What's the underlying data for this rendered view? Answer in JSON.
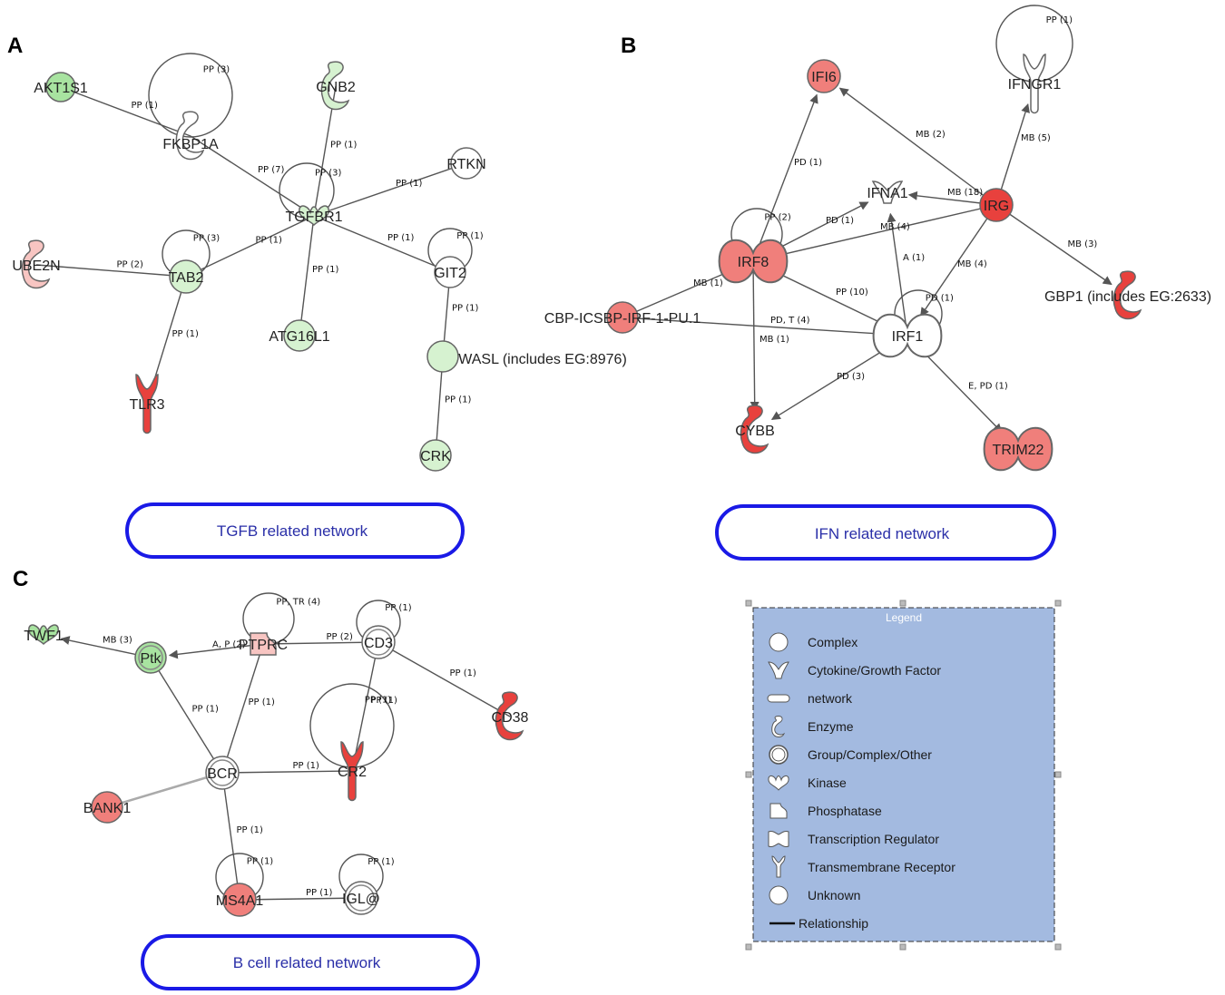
{
  "colors": {
    "up_strong": "#e8413d",
    "up_medium": "#f07f7b",
    "up_light": "#f8c5c2",
    "down_medium": "#a8e3a0",
    "down_light": "#d6f2d0",
    "neutral": "#ffffff",
    "edge": "#555555",
    "network_border": "#1a1ae6",
    "legend_bg": "#a3bae0"
  },
  "panels": [
    {
      "id": "A",
      "letter": "A",
      "network_title": "TGFB related network",
      "nodes": [
        {
          "id": "AKT1S1",
          "label": "AKT1S1",
          "shape": "circle",
          "color": "down_medium"
        },
        {
          "id": "FKBP1A",
          "label": "FKBP1A",
          "shape": "enzyme",
          "color": "neutral"
        },
        {
          "id": "GNB2",
          "label": "GNB2",
          "shape": "enzyme",
          "color": "down_light"
        },
        {
          "id": "RTKN",
          "label": "RTKN",
          "shape": "circle",
          "color": "neutral"
        },
        {
          "id": "TGFBR1",
          "label": "TGFBR1",
          "shape": "kinase",
          "color": "down_light"
        },
        {
          "id": "UBE2N",
          "label": "UBE2N",
          "shape": "enzyme",
          "color": "up_light"
        },
        {
          "id": "TAB2",
          "label": "TAB2",
          "shape": "circle",
          "color": "down_light"
        },
        {
          "id": "GIT2",
          "label": "GIT2",
          "shape": "circle",
          "color": "neutral"
        },
        {
          "id": "ATG16L1",
          "label": "ATG16L1",
          "shape": "circle",
          "color": "down_light"
        },
        {
          "id": "WASL",
          "label": "WASL (includes EG:8976)",
          "shape": "circle",
          "color": "down_light"
        },
        {
          "id": "TLR3",
          "label": "TLR3",
          "shape": "receptor",
          "color": "up_strong"
        },
        {
          "id": "CRK",
          "label": "CRK",
          "shape": "circle",
          "color": "down_light"
        }
      ],
      "edges": [
        {
          "from": "AKT1S1",
          "to": "FKBP1A",
          "label": "PP (1)",
          "arrow": false
        },
        {
          "from": "FKBP1A",
          "to": "FKBP1A",
          "label": "PP (3)",
          "self": true
        },
        {
          "from": "FKBP1A",
          "to": "TGFBR1",
          "label": "PP (7)",
          "arrow": false
        },
        {
          "from": "GNB2",
          "to": "TGFBR1",
          "label": "PP (1)",
          "arrow": false
        },
        {
          "from": "TGFBR1",
          "to": "TGFBR1",
          "label": "PP (3)",
          "self": true
        },
        {
          "from": "RTKN",
          "to": "TGFBR1",
          "label": "PP (1)",
          "arrow": false
        },
        {
          "from": "TAB2",
          "to": "TGFBR1",
          "label": "PP (1)",
          "arrow": false
        },
        {
          "from": "ATG16L1",
          "to": "TGFBR1",
          "label": "PP (1)",
          "arrow": false
        },
        {
          "from": "GIT2",
          "to": "TGFBR1",
          "label": "PP (1)",
          "arrow": false
        },
        {
          "from": "TAB2",
          "to": "TAB2",
          "label": "PP (3)",
          "self": true
        },
        {
          "from": "UBE2N",
          "to": "TAB2",
          "label": "PP (2)",
          "arrow": false
        },
        {
          "from": "TAB2",
          "to": "TLR3",
          "label": "PP (1)",
          "arrow": false
        },
        {
          "from": "GIT2",
          "to": "GIT2",
          "label": "PP (1)",
          "self": true
        },
        {
          "from": "GIT2",
          "to": "WASL",
          "label": "PP (1)",
          "arrow": false
        },
        {
          "from": "WASL",
          "to": "CRK",
          "label": "PP (1)",
          "arrow": false
        }
      ]
    },
    {
      "id": "B",
      "letter": "B",
      "network_title": "IFN related network",
      "nodes": [
        {
          "id": "IFI6",
          "label": "IFI6",
          "shape": "circle",
          "color": "up_medium"
        },
        {
          "id": "IFNGR1",
          "label": "IFNGR1",
          "shape": "receptor",
          "color": "neutral"
        },
        {
          "id": "IFNA1",
          "label": "IFNA1",
          "shape": "cytokine",
          "color": "neutral"
        },
        {
          "id": "IRG",
          "label": "IRG",
          "shape": "circle",
          "color": "up_strong"
        },
        {
          "id": "IRF8",
          "label": "IRF8",
          "shape": "transcription",
          "color": "up_medium"
        },
        {
          "id": "GBP1",
          "label": "GBP1 (includes EG:2633)",
          "shape": "enzyme",
          "color": "up_strong"
        },
        {
          "id": "CBP",
          "label": "CBP-ICSBP-IRF-1-PU.1",
          "shape": "circle",
          "color": "up_medium"
        },
        {
          "id": "IRF1",
          "label": "IRF1",
          "shape": "transcription",
          "color": "neutral"
        },
        {
          "id": "CYBB",
          "label": "CYBB",
          "shape": "enzyme",
          "color": "up_strong"
        },
        {
          "id": "TRIM22",
          "label": "TRIM22",
          "shape": "transcription",
          "color": "up_medium"
        }
      ],
      "edges": [
        {
          "from": "IRF8",
          "to": "IFI6",
          "label": "PD (1)",
          "arrow": true
        },
        {
          "from": "IRG",
          "to": "IFI6",
          "label": "MB (2)",
          "arrow": true
        },
        {
          "from": "IRG",
          "to": "IFNGR1",
          "label": "MB (5)",
          "arrow": true
        },
        {
          "from": "IFNGR1",
          "to": "IFNGR1",
          "label": "PP (1)",
          "self": true
        },
        {
          "from": "IRG",
          "to": "IFNA1",
          "label": "MB (18)",
          "arrow": true
        },
        {
          "from": "IRF8",
          "to": "IFNA1",
          "label": "PD (1)",
          "arrow": true
        },
        {
          "from": "IRF8",
          "to": "IRF8",
          "label": "PP (2)",
          "self": true
        },
        {
          "from": "IRG",
          "to": "IRF8",
          "label": "MB (4)",
          "arrow": true
        },
        {
          "from": "IRF1",
          "to": "IFNA1",
          "label": "A (1)",
          "arrow": true
        },
        {
          "from": "IRG",
          "to": "IRF1",
          "label": "MB (4)",
          "arrow": true
        },
        {
          "from": "IRG",
          "to": "GBP1",
          "label": "MB (3)",
          "arrow": true
        },
        {
          "from": "IRF8",
          "to": "IRF1",
          "label": "PP (10)",
          "arrow": false
        },
        {
          "from": "IRF1",
          "to": "IRF1",
          "label": "PD (1)",
          "self": true
        },
        {
          "from": "CBP",
          "to": "IRF8",
          "label": "MB (1)",
          "arrow": true
        },
        {
          "from": "CBP",
          "to": "IRF1",
          "label": "PD, T (4)",
          "arrow": true
        },
        {
          "from": "IRF8",
          "to": "CYBB",
          "label": "MB (1)",
          "arrow": true
        },
        {
          "from": "IRF1",
          "to": "CYBB",
          "label": "PD (3)",
          "arrow": true
        },
        {
          "from": "IRF1",
          "to": "TRIM22",
          "label": "E, PD (1)",
          "arrow": true
        }
      ]
    },
    {
      "id": "C",
      "letter": "C",
      "network_title": "B cell related network",
      "nodes": [
        {
          "id": "TWF1",
          "label": "TWF1",
          "shape": "kinase",
          "color": "down_medium"
        },
        {
          "id": "Ptk",
          "label": "Ptk",
          "shape": "group",
          "color": "down_medium"
        },
        {
          "id": "PTPRC",
          "label": "PTPRC",
          "shape": "phosphatase",
          "color": "up_light"
        },
        {
          "id": "CD3",
          "label": "CD3",
          "shape": "group",
          "color": "neutral"
        },
        {
          "id": "CD38",
          "label": "CD38",
          "shape": "enzyme",
          "color": "up_strong"
        },
        {
          "id": "CR2",
          "label": "CR2",
          "shape": "receptor",
          "color": "up_strong"
        },
        {
          "id": "BCR",
          "label": "BCR",
          "shape": "group",
          "color": "neutral"
        },
        {
          "id": "BANK1",
          "label": "BANK1",
          "shape": "circle",
          "color": "up_medium"
        },
        {
          "id": "MS4A1",
          "label": "MS4A1",
          "shape": "circle",
          "color": "up_medium"
        },
        {
          "id": "IGL",
          "label": "IGL@",
          "shape": "group",
          "color": "neutral"
        }
      ],
      "edges": [
        {
          "from": "Ptk",
          "to": "TWF1",
          "label": "MB (3)",
          "arrow": true
        },
        {
          "from": "PTPRC",
          "to": "Ptk",
          "label": "A, P (2)",
          "arrow": true
        },
        {
          "from": "PTPRC",
          "to": "PTPRC",
          "label": "PP, TR (4)",
          "self": true
        },
        {
          "from": "CD3",
          "to": "PTPRC",
          "label": "PP (2)",
          "arrow": false
        },
        {
          "from": "CD3",
          "to": "CD3",
          "label": "PP (1)",
          "self": true
        },
        {
          "from": "CD3",
          "to": "CD38",
          "label": "PP (1)",
          "arrow": false
        },
        {
          "from": "CD3",
          "to": "CR2",
          "label": "PP (1)",
          "arrow": false
        },
        {
          "from": "CR2",
          "to": "CR2",
          "label": "PP (1)",
          "self": true
        },
        {
          "from": "Ptk",
          "to": "BCR",
          "label": "PP (1)",
          "arrow": false
        },
        {
          "from": "PTPRC",
          "to": "BCR",
          "label": "PP (1)",
          "arrow": false
        },
        {
          "from": "BCR",
          "to": "CR2",
          "label": "PP (1)",
          "arrow": false
        },
        {
          "from": "BANK1",
          "to": "BCR",
          "label": "",
          "arrow": false,
          "light": true
        },
        {
          "from": "BCR",
          "to": "MS4A1",
          "label": "PP (1)",
          "arrow": false
        },
        {
          "from": "MS4A1",
          "to": "MS4A1",
          "label": "PP (1)",
          "self": true
        },
        {
          "from": "MS4A1",
          "to": "IGL",
          "label": "PP (1)",
          "arrow": false
        },
        {
          "from": "IGL",
          "to": "IGL",
          "label": "PP (1)",
          "self": true
        }
      ]
    }
  ],
  "legend": {
    "title": "Legend",
    "items": [
      {
        "label": "Complex",
        "icon": "complex-icon"
      },
      {
        "label": "Cytokine/Growth Factor",
        "icon": "cytokine-icon"
      },
      {
        "label": "network",
        "icon": "network-icon"
      },
      {
        "label": "Enzyme",
        "icon": "enzyme-icon"
      },
      {
        "label": "Group/Complex/Other",
        "icon": "group-icon"
      },
      {
        "label": "Kinase",
        "icon": "kinase-icon"
      },
      {
        "label": "Phosphatase",
        "icon": "phosphatase-icon"
      },
      {
        "label": "Transcription Regulator",
        "icon": "transcription-regulator-icon"
      },
      {
        "label": "Transmembrane Receptor",
        "icon": "receptor-icon"
      },
      {
        "label": "Unknown",
        "icon": "unknown-icon"
      },
      {
        "label": "Relationship",
        "icon": "relationship-icon"
      }
    ]
  }
}
